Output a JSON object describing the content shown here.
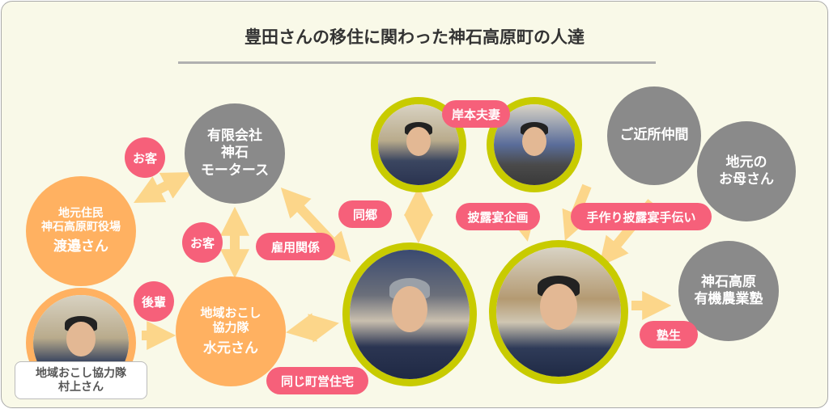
{
  "title": "豊田さんの移住に関わった神石高原町の人達",
  "nodes": {
    "motors": [
      "有限会社",
      "神石",
      "モータース"
    ],
    "watanabe": [
      "地元住民",
      "神石高原町役場",
      "渡邉さん"
    ],
    "murakami": [
      "地域おこし協力隊",
      "村上さん"
    ],
    "mizumoto": [
      "地域おこし",
      "協力隊",
      "水元さん"
    ],
    "neighbors": "ご近所仲間",
    "mothers": [
      "地元の",
      "お母さん"
    ],
    "farm_school": [
      "神石高原",
      "有機農業塾"
    ]
  },
  "labels": {
    "customer1": "お客",
    "customer2": "お客",
    "junior": "後輩",
    "employment": "雇用関係",
    "same_housing": "同じ町営住宅",
    "hometown": "同郷",
    "kishimoto": "岸本夫妻",
    "reception_plan": "披露宴企画",
    "reception_help": "手作り披露宴手伝い",
    "student": "塾生"
  },
  "colors": {
    "arrow": "#fcd68a",
    "pink": "#f6607a",
    "gray": "#8a8a8a",
    "orange": "#ffb161",
    "ring": "#c8cb00"
  }
}
